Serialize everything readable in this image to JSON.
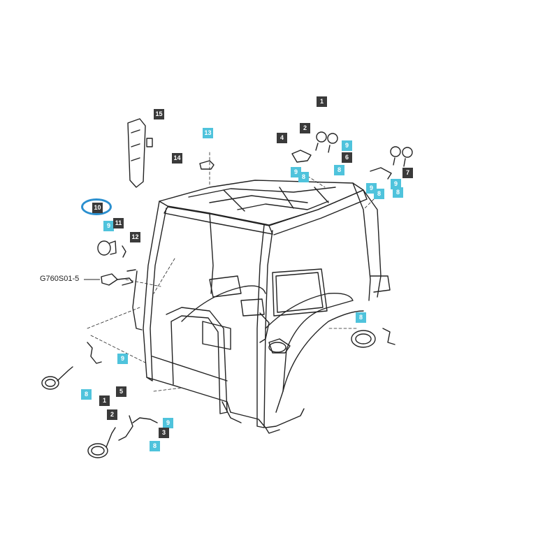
{
  "reference_code": "G760S01-5",
  "callouts": {
    "c15": "15",
    "c13": "13",
    "c14": "14",
    "c1_top": "1",
    "c2_top": "2",
    "c4_top": "4",
    "c9_top_a": "9",
    "c6_top": "6",
    "c9_top_b": "9",
    "c8_top_a": "8",
    "c8_top_b": "8",
    "c7_top": "7",
    "c9_right_a": "9",
    "c9_right_b": "9",
    "c8_right_a": "8",
    "c8_right_b": "8",
    "c10": "10",
    "c9_left": "9",
    "c11": "11",
    "c12": "12",
    "c8_mid_right": "8",
    "c9_low_left": "9",
    "c8_low_left": "8",
    "c1_bottom": "1",
    "c2_bottom": "2",
    "c5_bottom": "5",
    "c9_bottom": "9",
    "c3_bottom": "3",
    "c8_bottom": "8"
  },
  "colors": {
    "dark_callout": "#3a3a3a",
    "light_callout": "#4fc3dc",
    "highlight": "#2a8fcf",
    "line": "#222222"
  }
}
